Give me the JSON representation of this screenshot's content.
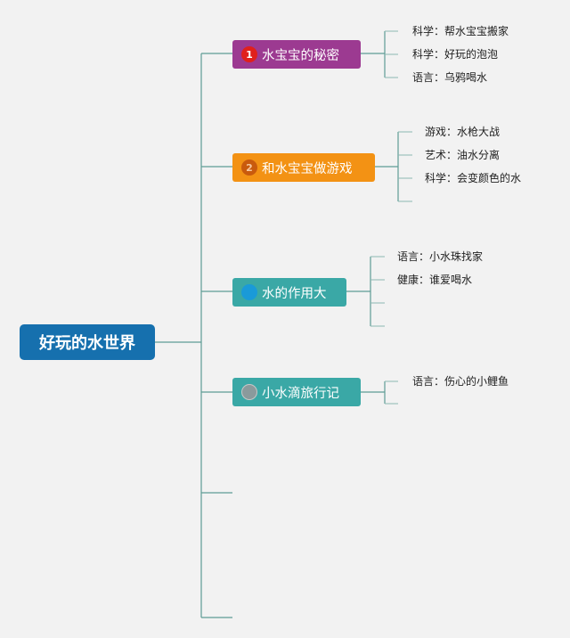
{
  "root": {
    "label": "好玩的水世界"
  },
  "branches": [
    {
      "num": "1",
      "label": "水宝宝的秘密",
      "color": "#9c3a91",
      "leaves": [
        "科学：帮水宝宝搬家",
        "科学：好玩的泡泡",
        "语言：乌鸦喝水"
      ]
    },
    {
      "num": "2",
      "label": "和水宝宝做游戏",
      "color": "#f39214",
      "leaves": [
        "游戏：水枪大战",
        "艺术：油水分离",
        "科学：会变颜色的水",
        ""
      ]
    },
    {
      "num": "",
      "label": "水的作用大",
      "color": "#3aa8a6",
      "leaves": [
        "语言：小水珠找家",
        "健康：谁爱喝水",
        "",
        ""
      ]
    },
    {
      "num": "",
      "label": "小水滴旅行记",
      "color": "#3aa8a6",
      "leaves": [
        "语言：伤心的小鲤鱼",
        ""
      ]
    }
  ],
  "empty_branches": 2,
  "colors": {
    "connector": "#5e9c95",
    "background": "#f2f2f2",
    "root": "#1670ae"
  }
}
